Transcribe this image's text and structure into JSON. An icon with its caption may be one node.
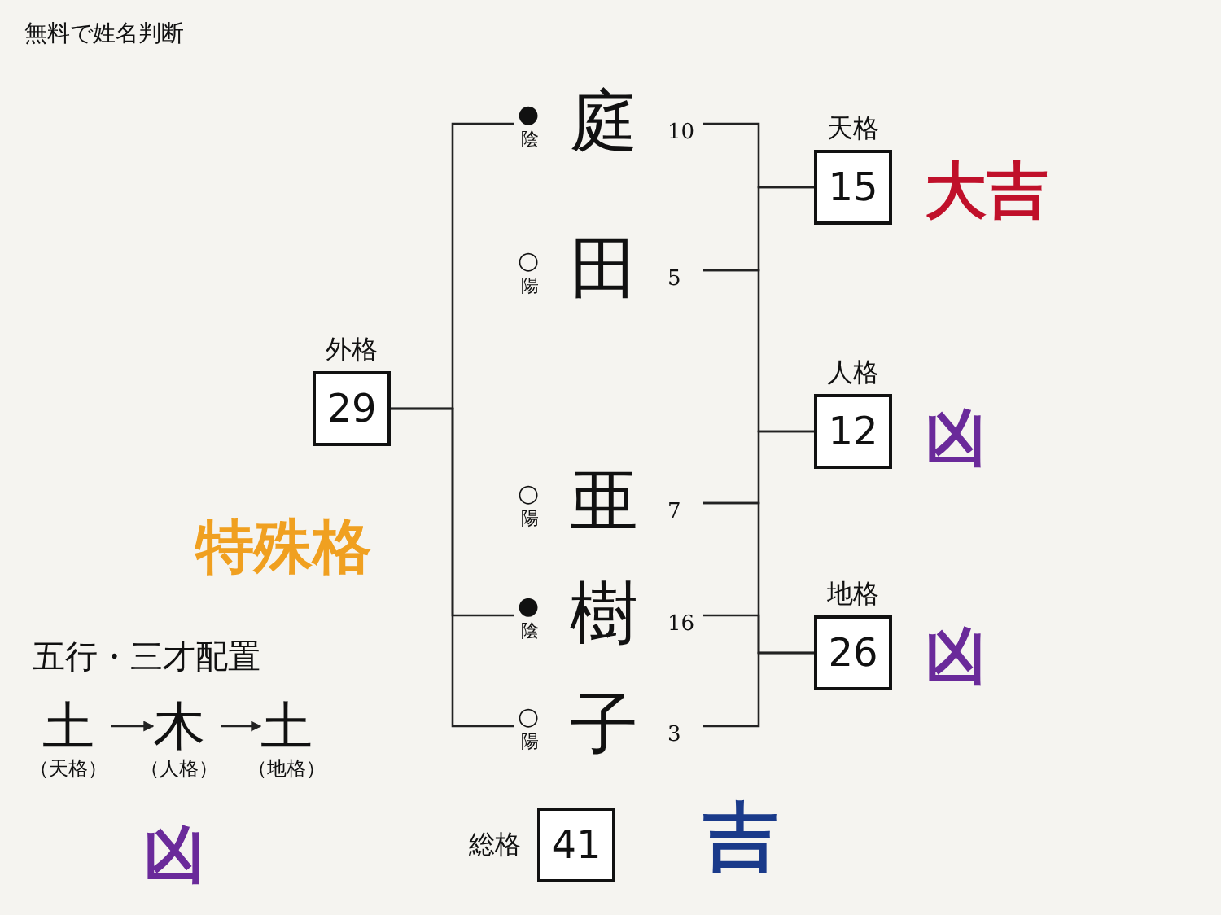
{
  "diagram": {
    "title": "無料で姓名判断",
    "nodes": [
      {
        "text": [
          "庭"
        ],
        "beside": [
          "●",
          "陰",
          "10"
        ]
      },
      {
        "text": [
          "田"
        ],
        "beside": [
          "○",
          "陽",
          "5"
        ]
      },
      {
        "text": [
          "亜"
        ],
        "beside": [
          "○",
          "陽",
          "7"
        ]
      },
      {
        "text": [
          "樹"
        ],
        "beside": [
          "●",
          "陰",
          "16"
        ]
      },
      {
        "text": [
          "子"
        ],
        "beside": [
          "○",
          "陽",
          "3"
        ]
      },
      {
        "text": [
          "天格",
          "15"
        ],
        "beside": [
          "大吉"
        ]
      },
      {
        "text": [
          "人格",
          "12"
        ],
        "beside": [
          "凶"
        ]
      },
      {
        "text": [
          "地格",
          "26"
        ],
        "beside": [
          "凶"
        ]
      },
      {
        "text": [
          "外格",
          "29"
        ],
        "beside": [
          "特殊格"
        ]
      },
      {
        "text": [
          "総格",
          "41"
        ],
        "beside": [
          "吉"
        ]
      },
      {
        "text": [
          "土",
          "（天格）"
        ]
      },
      {
        "text": [
          "木",
          "（人格）"
        ]
      },
      {
        "text": [
          "土",
          "（地格）"
        ]
      }
    ],
    "edges": [
      {
        "from": 0,
        "to": 8,
        "arrow": "none"
      },
      {
        "from": 3,
        "to": 8,
        "arrow": "none"
      },
      {
        "from": 4,
        "to": 8,
        "arrow": "none"
      },
      {
        "from": 0,
        "to": 5,
        "arrow": "none"
      },
      {
        "from": 1,
        "to": 5,
        "arrow": "none"
      },
      {
        "from": 1,
        "to": 6,
        "arrow": "none"
      },
      {
        "from": 2,
        "to": 6,
        "arrow": "none"
      },
      {
        "from": 2,
        "to": 7,
        "arrow": "none"
      },
      {
        "from": 3,
        "to": 7,
        "arrow": "none"
      },
      {
        "from": 4,
        "to": 7,
        "arrow": "none"
      },
      {
        "from": 10,
        "to": 11,
        "arrow": "to"
      },
      {
        "from": 11,
        "to": 12,
        "arrow": "to"
      }
    ],
    "labels": [
      "五行・三才配置",
      "凶"
    ]
  }
}
